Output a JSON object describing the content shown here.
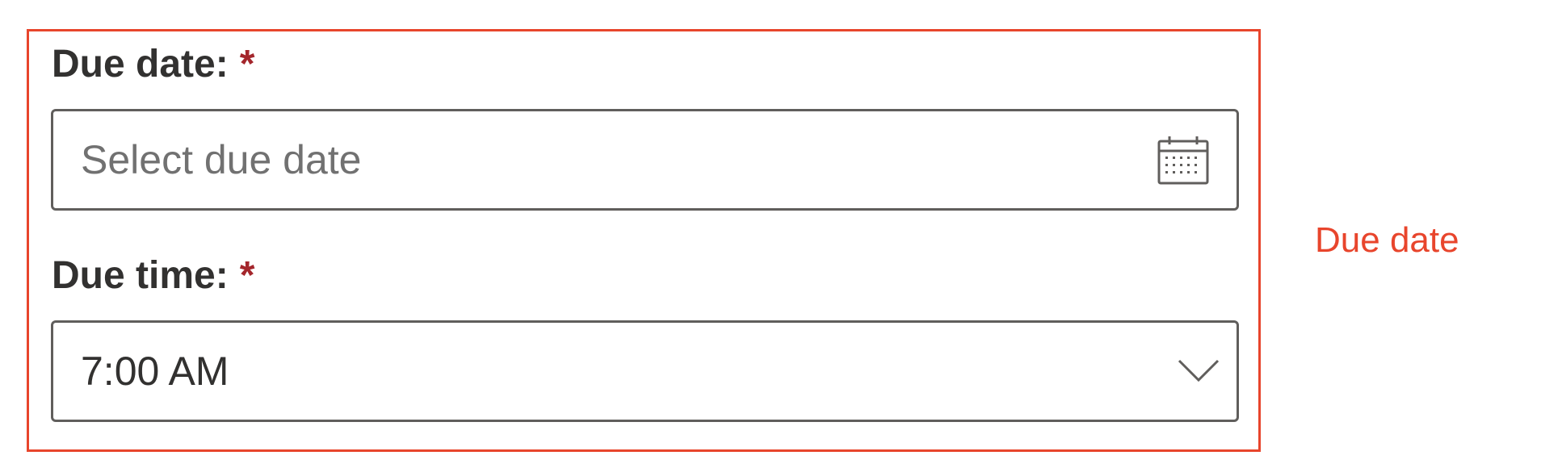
{
  "form": {
    "due_date": {
      "label": "Due date:",
      "required_marker": "*",
      "placeholder": "Select due date",
      "icon": "calendar-icon"
    },
    "due_time": {
      "label": "Due time:",
      "required_marker": "*",
      "value": "7:00 AM",
      "icon": "chevron-down-icon"
    }
  },
  "annotation": {
    "label": "Due date",
    "color": "#e8452c"
  },
  "colors": {
    "required": "#a4262c",
    "border": "#605e5c",
    "text": "#323130",
    "placeholder": "#717171"
  }
}
